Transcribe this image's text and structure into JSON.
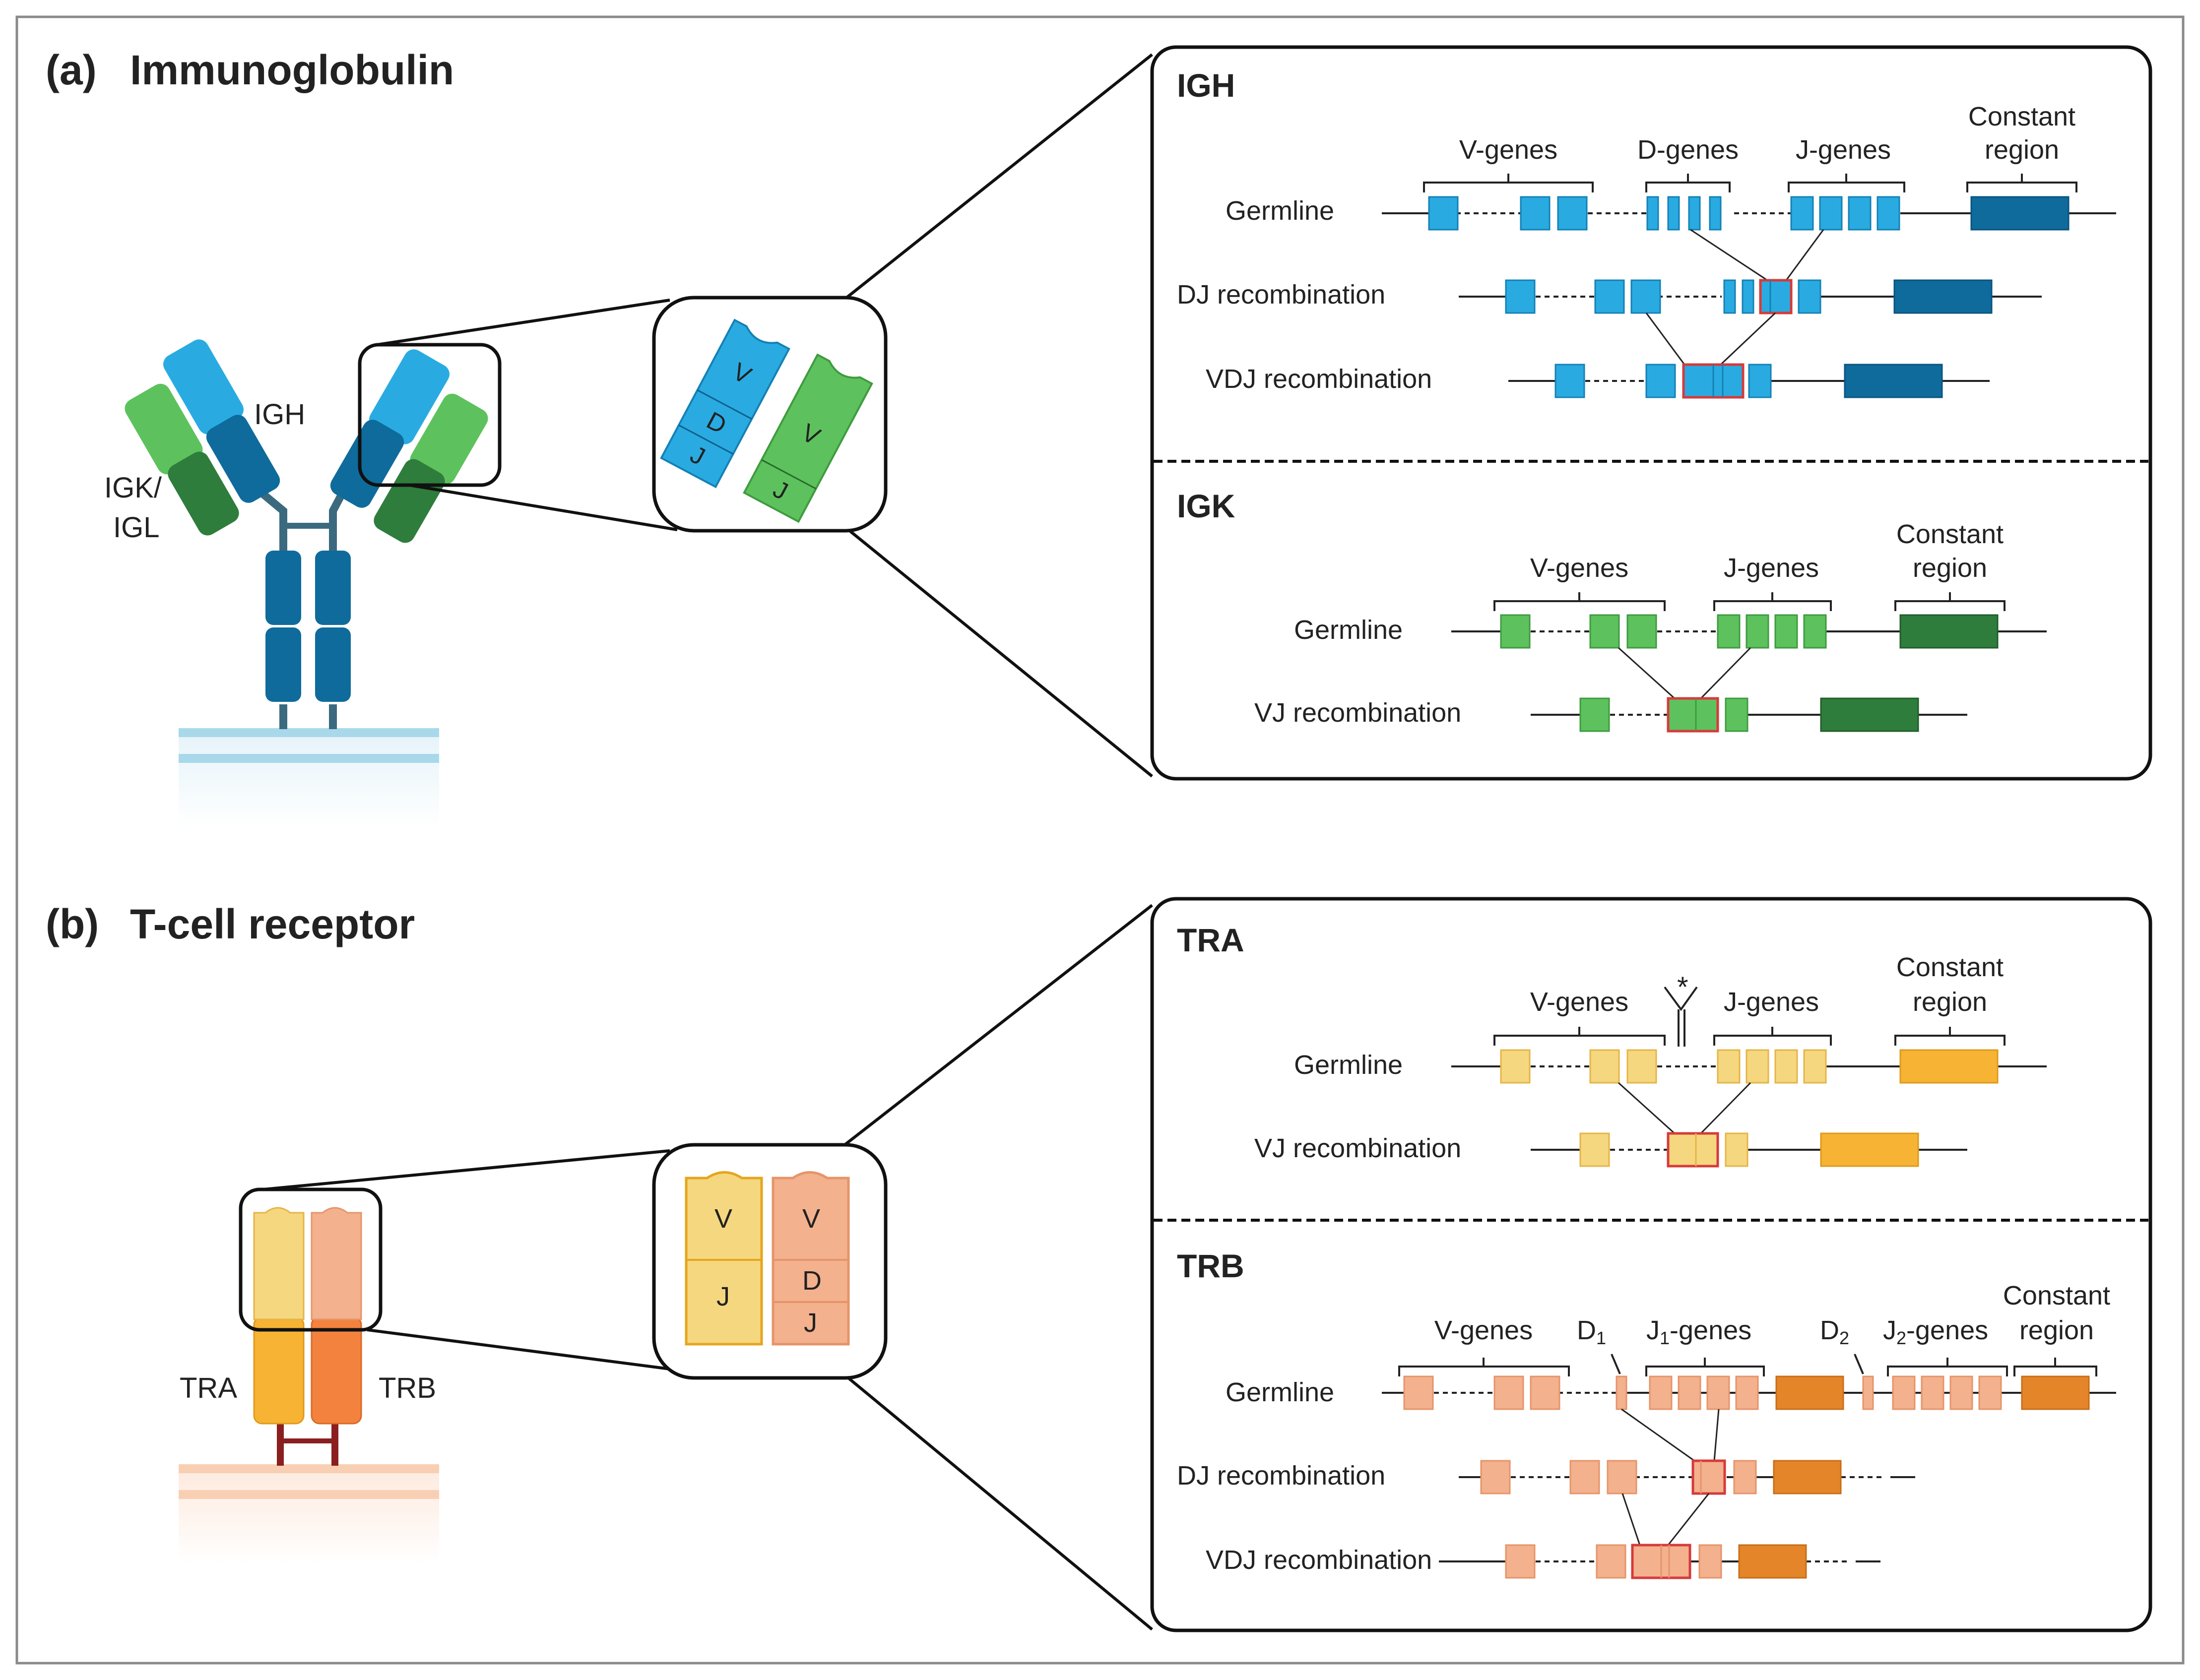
{
  "colors": {
    "igh_light": "#29abe2",
    "igh_dark": "#0f6b9c",
    "igk_light": "#5dc25d",
    "igk_dark": "#2e7d3c",
    "tra_light": "#f5d77f",
    "tra_dark": "#f6b334",
    "trb_light": "#f3b18e",
    "trb_dark": "#e5852a",
    "trb_receptor": "#f4823f",
    "recomb_outline": "#d73a3a"
  },
  "section_a": {
    "label": "(a)",
    "title": "Immunoglobulin",
    "molecule_labels": {
      "heavy": "IGH",
      "light_line1": "IGK/",
      "light_line2": "IGL"
    },
    "zoom_labels": {
      "v1": "V",
      "d": "D",
      "j1": "J",
      "v2": "V",
      "j2": "J"
    },
    "igh": {
      "title": "IGH",
      "groups": {
        "v": "V-genes",
        "d": "D-genes",
        "j": "J-genes",
        "const_line1": "Constant",
        "const_line2": "region"
      },
      "rows": [
        "Germline",
        "DJ recombination",
        "VDJ recombination"
      ]
    },
    "igk": {
      "title": "IGK",
      "groups": {
        "v": "V-genes",
        "j": "J-genes",
        "const_line1": "Constant",
        "const_line2": "region"
      },
      "rows": [
        "Germline",
        "VJ recombination"
      ]
    }
  },
  "section_b": {
    "label": "(b)",
    "title": "T-cell receptor",
    "molecule_labels": {
      "alpha": "TRA",
      "beta": "TRB"
    },
    "zoom_labels": {
      "v1": "V",
      "j1": "J",
      "v2": "V",
      "d": "D",
      "j2": "J"
    },
    "tra": {
      "title": "TRA",
      "groups": {
        "v": "V-genes",
        "j": "J-genes",
        "const_line1": "Constant",
        "const_line2": "region",
        "asterisk": "*"
      },
      "rows": [
        "Germline",
        "VJ recombination"
      ]
    },
    "trb": {
      "title": "TRB",
      "groups": {
        "v": "V-genes",
        "d1": "D",
        "d1_sub": "1",
        "j1": "J",
        "j1_sub": "1",
        "j1_suffix": "-genes",
        "d2": "D",
        "d2_sub": "2",
        "j2": "J",
        "j2_sub": "2",
        "j2_suffix": "-genes",
        "const_line1": "Constant",
        "const_line2": "region"
      },
      "rows": [
        "Germline",
        "DJ recombination",
        "VDJ recombination"
      ]
    }
  }
}
